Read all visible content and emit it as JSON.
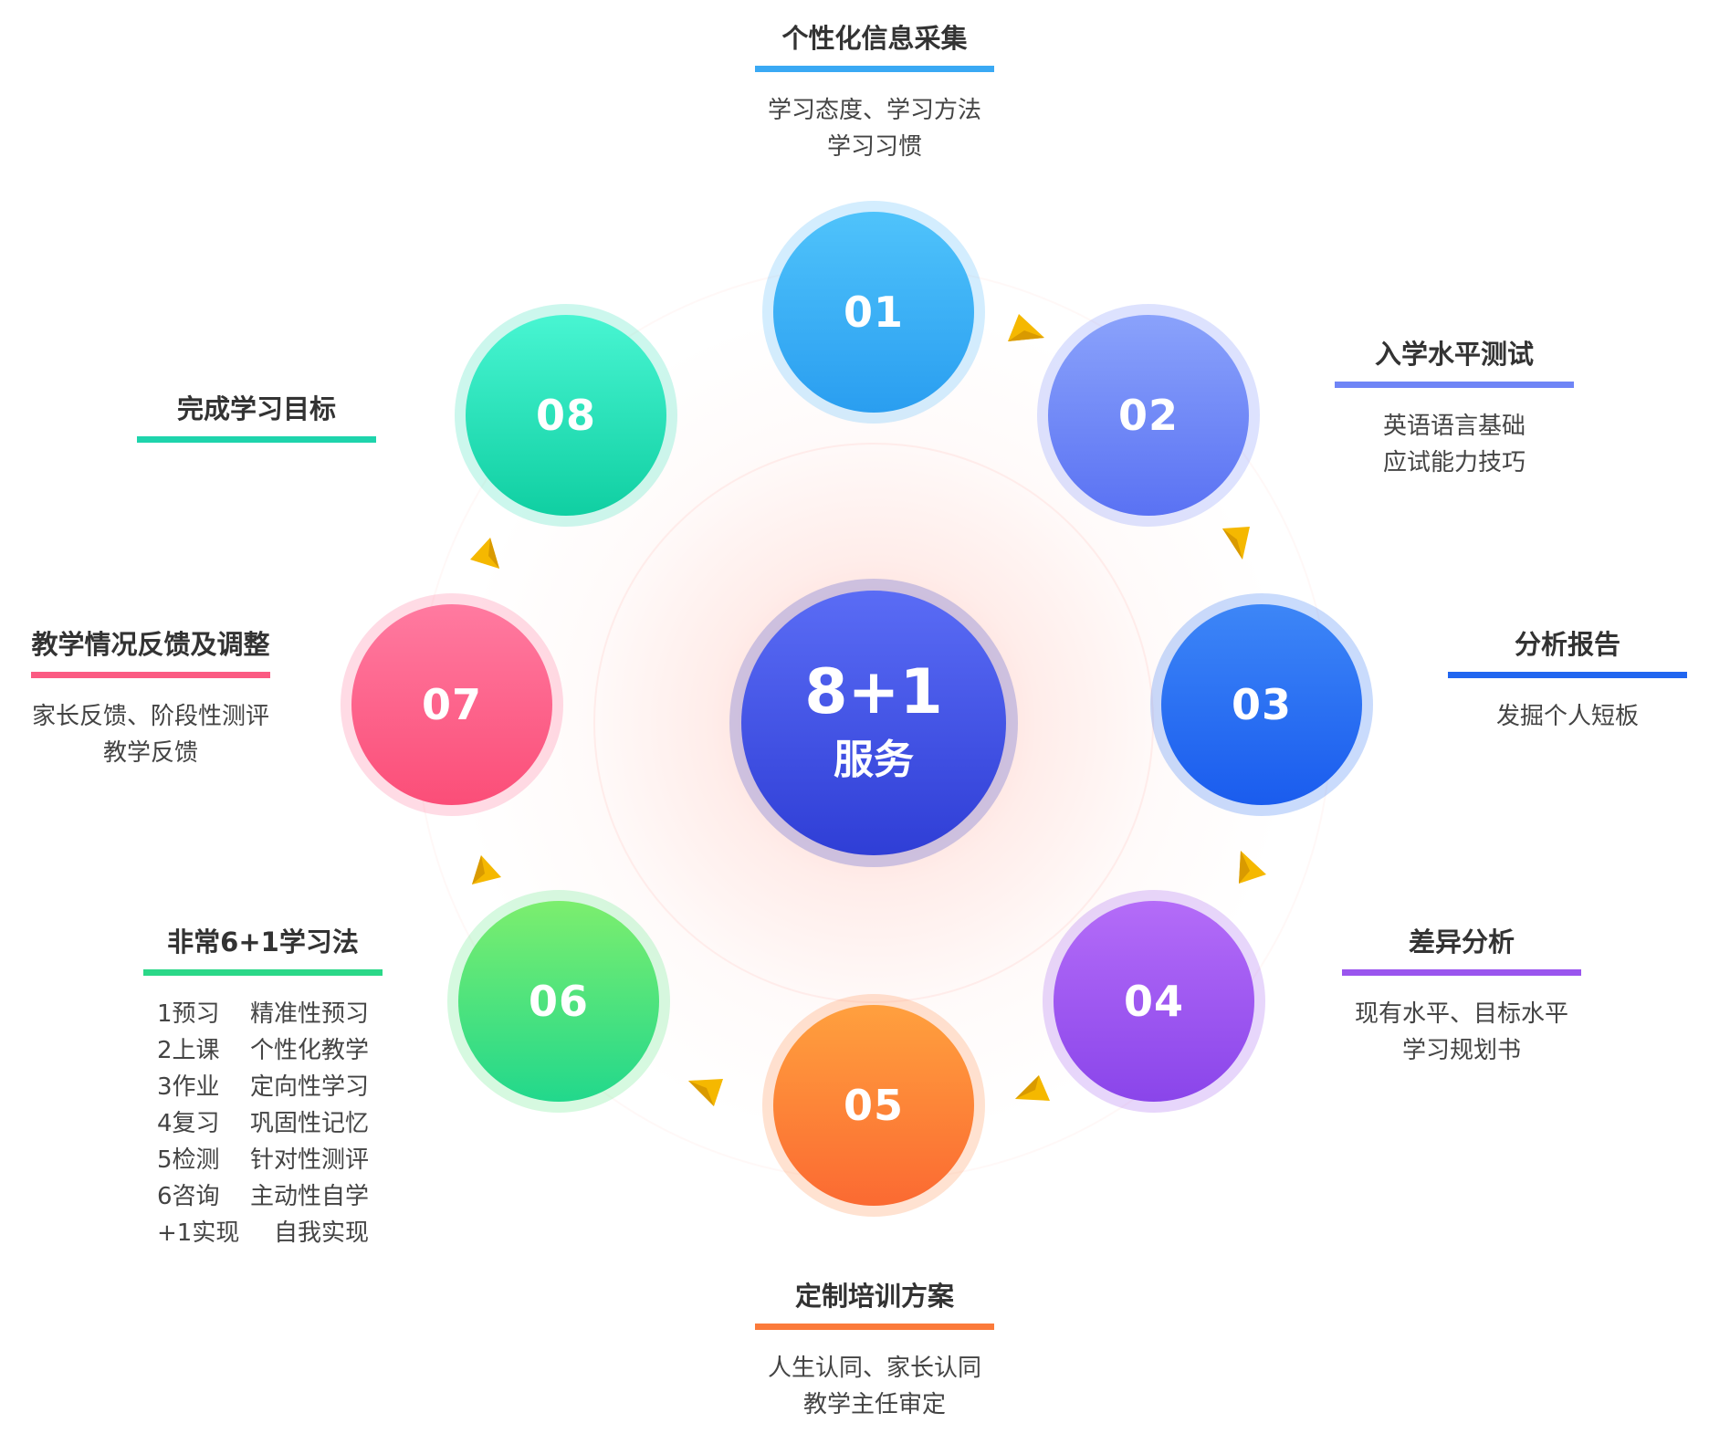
{
  "center": {
    "line1": "8+1",
    "line2": "服务"
  },
  "steps": [
    {
      "num": "01",
      "title": "个性化信息采集",
      "desc": [
        "学习态度、学习方法",
        "学习习惯"
      ],
      "color": "#3aa9f4"
    },
    {
      "num": "02",
      "title": "入学水平测试",
      "desc": [
        "英语语言基础",
        "应试能力技巧"
      ],
      "color": "#6f85f6"
    },
    {
      "num": "03",
      "title": "分析报告",
      "desc": [
        "发掘个人短板"
      ],
      "color": "#2166f0"
    },
    {
      "num": "04",
      "title": "差异分析",
      "desc": [
        "现有水平、目标水平",
        "学习规划书"
      ],
      "color": "#9a55ee"
    },
    {
      "num": "05",
      "title": "定制培训方案",
      "desc": [
        "人生认同、家长认同",
        "教学主任审定"
      ],
      "color": "#fb7a3a"
    },
    {
      "num": "06",
      "title": "非常6+1学习法",
      "color": "#2bd888",
      "methods": [
        {
          "a": "1预习",
          "b": "精准性预习"
        },
        {
          "a": "2上课",
          "b": "个性化教学"
        },
        {
          "a": "3作业",
          "b": "定向性学习"
        },
        {
          "a": "4复习",
          "b": "巩固性记忆"
        },
        {
          "a": "5检测",
          "b": "针对性测评"
        },
        {
          "a": "6咨询",
          "b": "主动性自学"
        },
        {
          "a": "+1实现",
          "b": "自我实现"
        }
      ]
    },
    {
      "num": "07",
      "title": "教学情况反馈及调整",
      "desc": [
        "家长反馈、阶段性测评",
        "教学反馈"
      ],
      "color": "#fb5a82"
    },
    {
      "num": "08",
      "title": "完成学习目标",
      "desc": [],
      "color": "#1ed4ac"
    }
  ],
  "arrow_color": "#f5b800"
}
